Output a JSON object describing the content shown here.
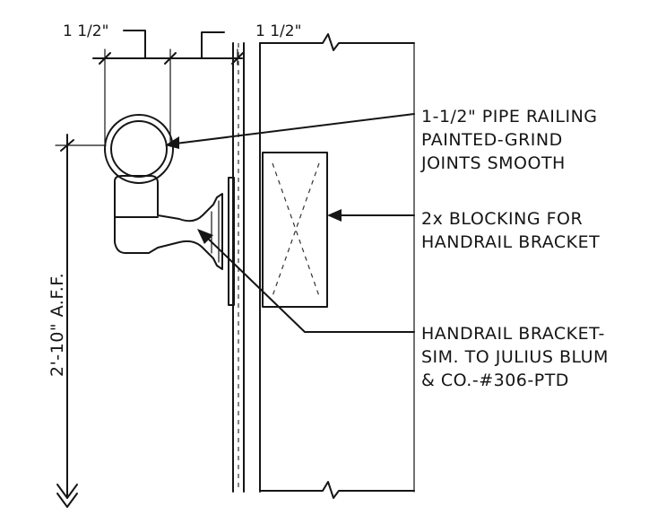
{
  "dimensions": {
    "top_left": "1 1/2\"",
    "top_right": "1 1/2\"",
    "height": "2'-10\" A.F.F."
  },
  "callouts": {
    "railing": [
      "1-1/2\" PIPE RAILING",
      "PAINTED-GRIND",
      "JOINTS SMOOTH"
    ],
    "blocking": [
      "2x BLOCKING FOR",
      "HANDRAIL BRACKET"
    ],
    "bracket": [
      "HANDRAIL BRACKET-",
      "SIM. TO JULIUS BLUM",
      "& CO.-#306-PTD"
    ]
  }
}
